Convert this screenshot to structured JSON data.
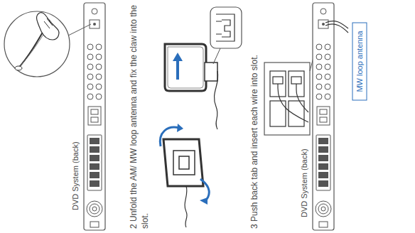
{
  "diagram": {
    "nodes": [
      {
        "text": [
          "MW loop antenna"
        ]
      }
    ],
    "labels": [
      "DVD System (back)",
      "2 Unfold the AM/ MW loop antenna and fix the claw into the slot.",
      "3 Push back tab and insert each wire into slot.",
      "DVD System (back)"
    ]
  }
}
